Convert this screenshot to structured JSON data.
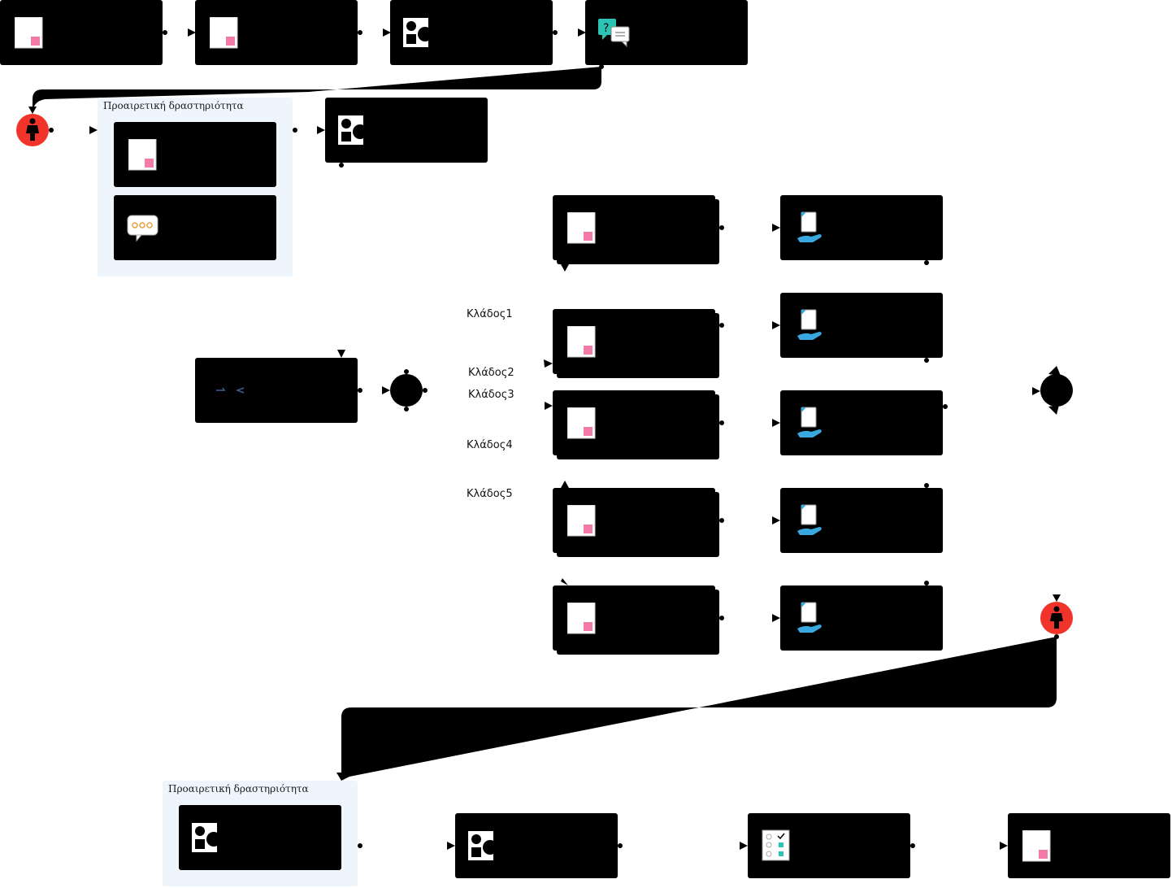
{
  "optional_group_1": {
    "title": "Προαιρετική δραστηριότητα"
  },
  "optional_group_2": {
    "title": "Προαιρετική δραστηριότητα"
  },
  "branches": [
    "Κλάδος1",
    "Κλάδος2",
    "Κλάδος3",
    "Κλάδος4",
    "Κλάδος5"
  ],
  "icons": {
    "page": "document-page-icon",
    "shapes": "shapes-icon",
    "discussion": "question-chat-icon",
    "chat": "chat-bubble-icon",
    "submit": "hand-document-icon",
    "checklist": "checklist-icon",
    "learner": "person-icon"
  },
  "colors": {
    "node": "#000000",
    "group_bg": "#eef5fd",
    "person": "#f0342c",
    "accent_pink": "#f47aa8",
    "accent_teal": "#2cc3b5",
    "accent_blue": "#3aa8df"
  }
}
